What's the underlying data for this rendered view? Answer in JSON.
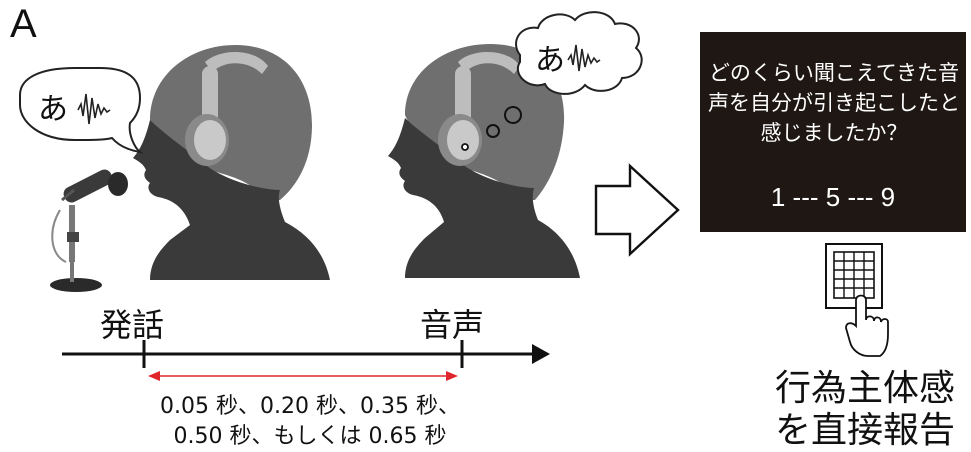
{
  "panel_letter": "A",
  "speaker_bubble_char": "あ",
  "listener_bubble_char": "あ",
  "event_speech": "発話",
  "event_sound": "音声",
  "delays_line1": "0.05 秒、0.20 秒、0.35 秒、",
  "delays_line2": "0.50 秒、もしくは 0.65 秒",
  "screen_question": "どのくらい聞こえてきた音声を自分が引き起こしたと感じましたか？",
  "screen_scale": "1 --- 5 --- 9",
  "report_label_line1": "行為主体感",
  "report_label_line2": "を直接報告",
  "colors": {
    "head_dark": "#3a3a3a",
    "hair_gray": "#6f6f6f",
    "headphone_light": "#bdbdbd",
    "delay_arrow": "#e0262a",
    "screen_bg": "#1e1714"
  }
}
